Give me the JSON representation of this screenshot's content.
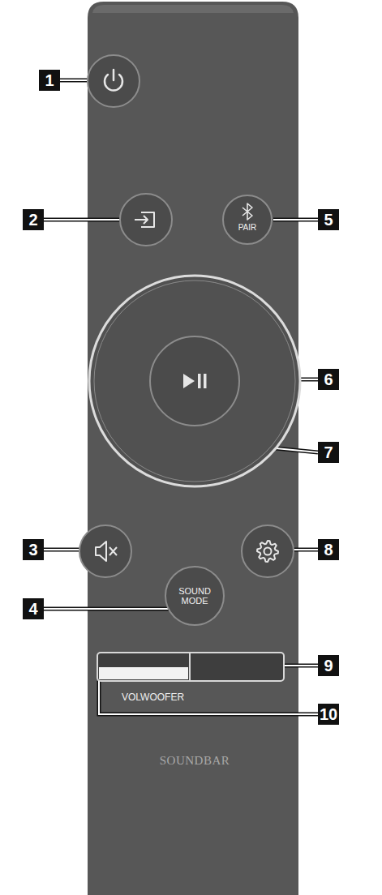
{
  "diagram": {
    "nodes": [
      {
        "text": [
          "PAIR"
        ]
      },
      {
        "text": [
          "SOUND MODE"
        ]
      }
    ],
    "labels": [
      "1",
      "2",
      "5",
      "6",
      "7",
      "3",
      "8",
      "4",
      "9",
      "10",
      "VOLWOOFER",
      "SOUNDBAR"
    ]
  }
}
